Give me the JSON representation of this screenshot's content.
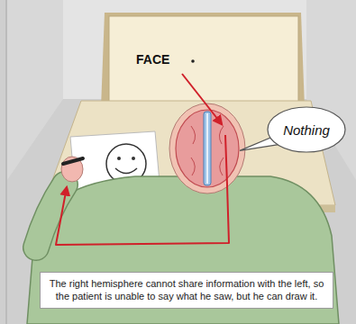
{
  "diagram": {
    "caption": "The right hemisphere cannot share information with the left, so the patient is unable to say what he saw, but he can draw it.",
    "nodes": [
      {
        "text": [
          "FACE"
        ]
      },
      {
        "text": [
          "Nothing"
        ]
      }
    ]
  }
}
